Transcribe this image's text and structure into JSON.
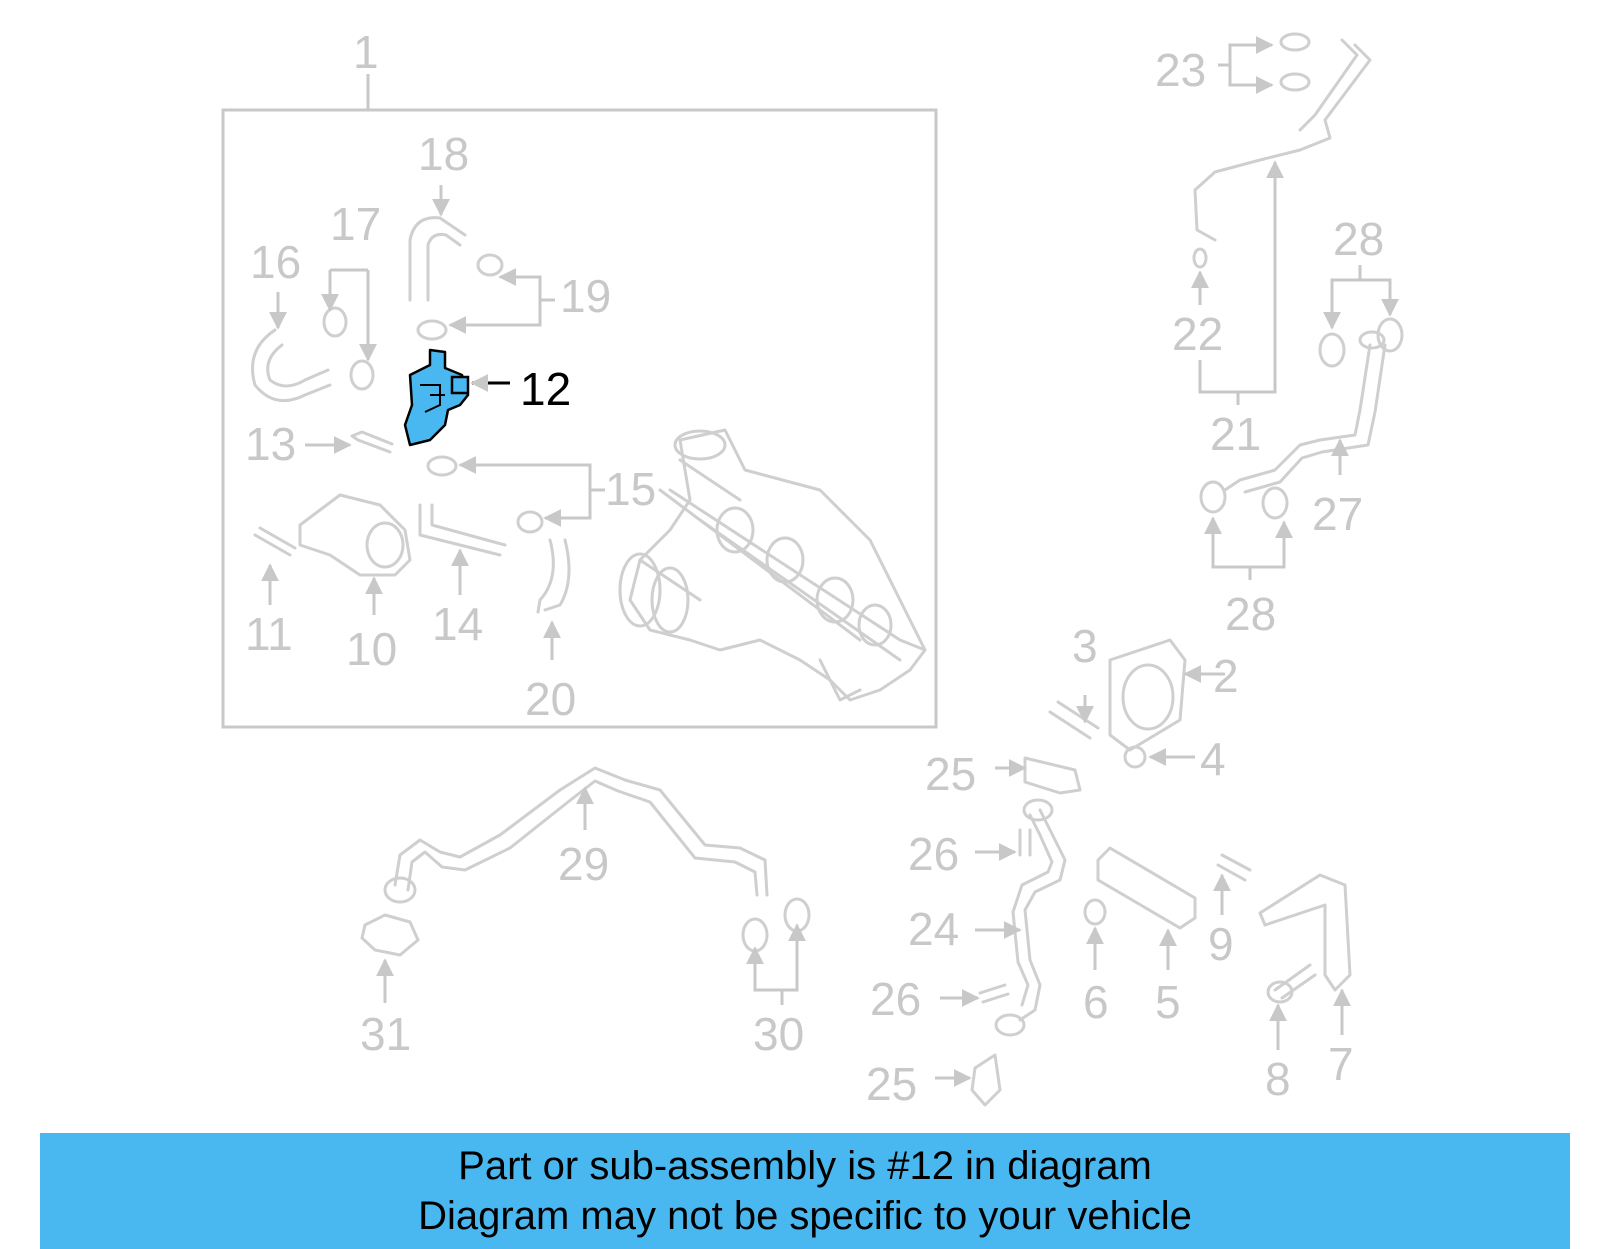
{
  "diagram": {
    "labels": [
      "1",
      "2",
      "3",
      "4",
      "5",
      "6",
      "7",
      "8",
      "9",
      "10",
      "11",
      "12",
      "13",
      "14",
      "15",
      "16",
      "17",
      "18",
      "19",
      "20",
      "21",
      "22",
      "23",
      "24",
      "25",
      "25",
      "26",
      "26",
      "27",
      "28",
      "28",
      "29",
      "30",
      "31"
    ],
    "highlighted_part": "12",
    "highlight_color": "#4ab8f0",
    "line_color": "#c8c8c8"
  },
  "banner": {
    "line1": "Part or sub-assembly is #12 in diagram",
    "line2": "Diagram may not be specific to your vehicle",
    "background": "#4ab8f0"
  }
}
